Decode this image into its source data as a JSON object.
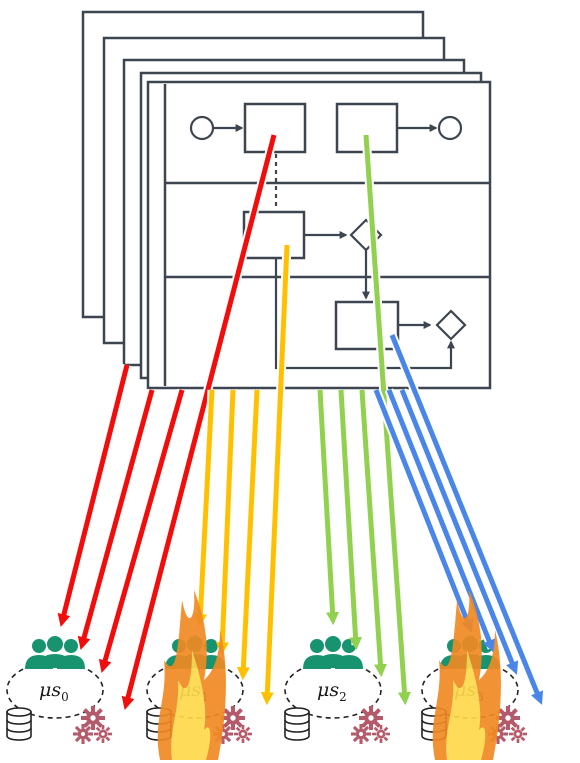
{
  "diagram": {
    "microservices": [
      {
        "id": "ms0",
        "base": "μs",
        "sub": "0",
        "on_fire": false
      },
      {
        "id": "ms1",
        "base": "μs",
        "sub": "1",
        "on_fire": true
      },
      {
        "id": "ms2",
        "base": "μs",
        "sub": "2",
        "on_fire": false
      },
      {
        "id": "ms3",
        "base": "μs",
        "sub": "3",
        "on_fire": true
      }
    ],
    "colors": {
      "outline": "#3c4550",
      "red": "#f20d0d",
      "yellow": "#ffc000",
      "green": "#92d050",
      "blue": "#4a86e8",
      "team": "#17946f",
      "gear": "#b35a6b",
      "fire_outer": "#f08a24",
      "fire_inner": "#ffd84d"
    },
    "icons": [
      "start-event-icon",
      "end-event-icon",
      "gateway-icon",
      "team-icon",
      "database-icon",
      "gears-icon",
      "fire-icon"
    ]
  }
}
